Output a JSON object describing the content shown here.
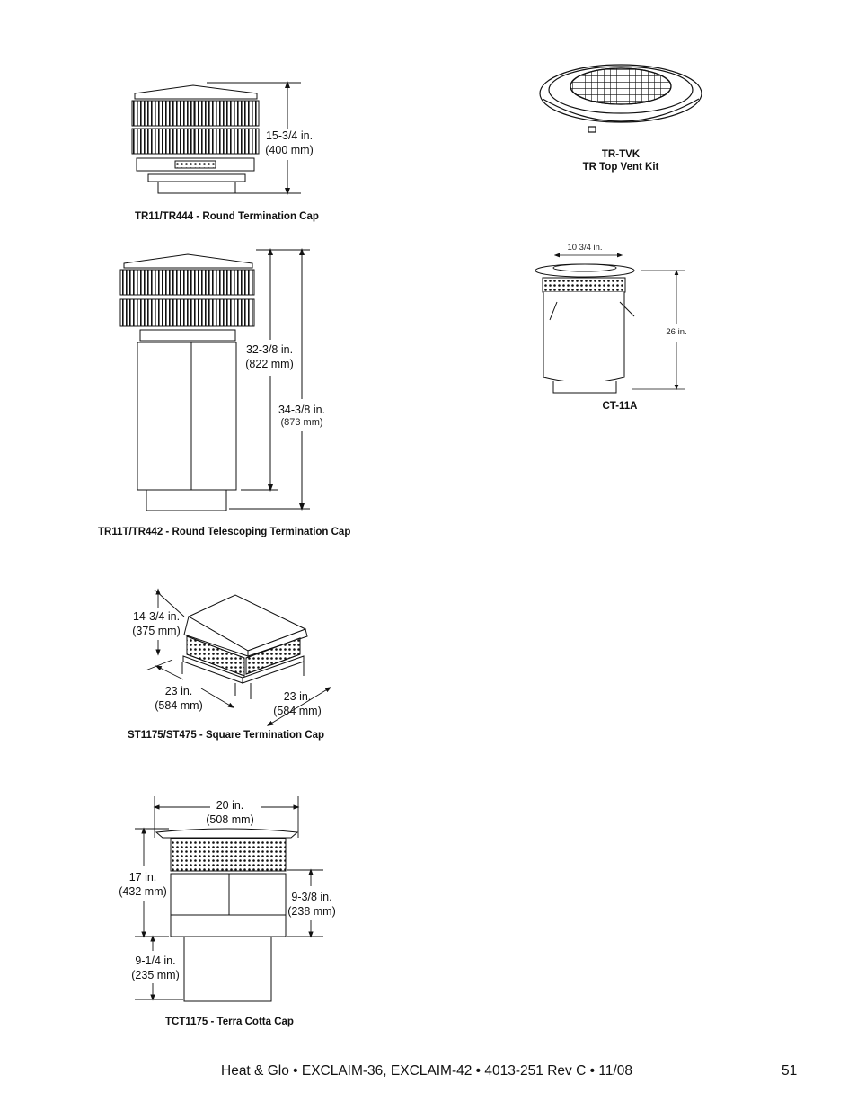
{
  "figures": {
    "tr11": {
      "caption": "TR11/TR444 - Round Termination Cap",
      "height_in": "15-3/4 in.",
      "height_mm": "(400 mm)"
    },
    "trtvk": {
      "caption_line1": "TR-TVK",
      "caption_line2": "TR Top Vent Kit"
    },
    "tr11t": {
      "caption": "TR11T/TR442 - Round Telescoping Termination Cap",
      "min_height_in": "32-3/8 in.",
      "min_height_mm": "(822 mm)",
      "max_height_in": "34-3/8 in.",
      "max_height_mm": "(873 mm)"
    },
    "ct11a": {
      "caption": "CT-11A",
      "width": "10 3/4 in.",
      "height": "26 in."
    },
    "st1175": {
      "caption": "ST1175/ST475 - Square Termination Cap",
      "height_in": "14-3/4 in.",
      "height_mm": "(375 mm)",
      "depth_in": "23 in.",
      "depth_mm": "(584 mm)",
      "width_in": "23 in.",
      "width_mm": "(584 mm)"
    },
    "tct1175": {
      "caption": "TCT1175 - Terra Cotta Cap",
      "width_in": "20 in.",
      "width_mm": "(508 mm)",
      "height_in": "17 in.",
      "height_mm": "(432 mm)",
      "side_in": "9-3/8 in.",
      "side_mm": "(238 mm)",
      "bottom_in": "9-1/4 in.",
      "bottom_mm": "(235 mm)"
    }
  },
  "footer": {
    "text": "Heat & Glo • EXCLAIM-36, EXCLAIM-42 • 4013-251 Rev C • 11/08",
    "page_number": "51"
  }
}
